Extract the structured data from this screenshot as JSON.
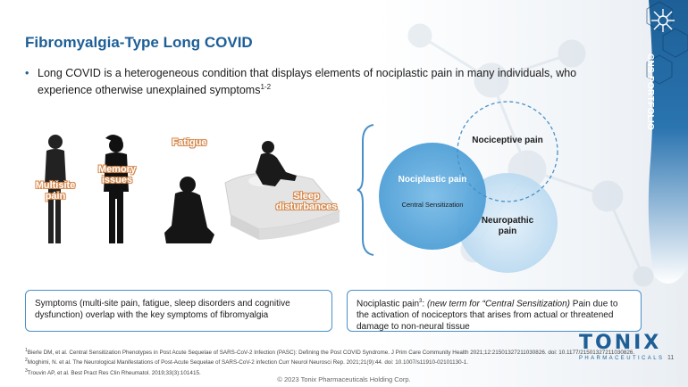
{
  "title": "Fibromyalgia-Type Long COVID",
  "bullet": {
    "text": "Long COVID is a heterogeneous condition that displays elements of nociplastic pain in many individuals, who experience otherwise unexplained symptoms",
    "sup": "1-2"
  },
  "side_label": "CNS PORTFOLIO",
  "symptoms": {
    "multisite": "Multisite pain",
    "memory": "Memory issues",
    "fatigue": "Fatigue",
    "sleep": "Sleep disturbances"
  },
  "venn": {
    "nociplastic": "Nociplastic pain",
    "central": "Central Sensitization",
    "nociceptive": "Nociceptive pain",
    "neuropathic": "Neuropathic pain"
  },
  "box_left": "Symptoms (multi-site pain, fatigue, sleep disorders and cognitive dysfunction) overlap with the key symptoms of fibromyalgia",
  "box_right": {
    "lead": "Nociplastic pain",
    "sup": "3",
    "colon": ": ",
    "em": "(new term for “Central Sensitization)",
    "rest": " Pain due to the activation of nociceptors that arises from actual or threatened damage to non-neural tissue"
  },
  "refs": [
    {
      "n": "1",
      "text": "Bierle DM, et al. Central Sensitization Phenotypes in Post Acute Sequelae of SARS-CoV-2 Infection (PASC): Defining the Post COVID Syndrome. J Prim Care Community Health 2021;12:21501327211030826. doi: 10.1177/21501327211030826."
    },
    {
      "n": "2",
      "text": "Moghimi, N. et al. The Neurological Manifestations of Post-Acute Sequelae of SARS-CoV-2 infection Curr Neurol Neurosci Rep. 2021;21(9):44. doi: 10.1007/s11910-02101130-1."
    },
    {
      "n": "3",
      "text": "Trouvin AP, et al. Best Pract Res Clin Rheumatol. 2019;33(3):101415."
    }
  ],
  "copyright": "© 2023 Tonix Pharmaceuticals Holding Corp.",
  "page_number": "11",
  "logo": {
    "word": "TONIX",
    "sub": "PHARMACEUTICALS"
  },
  "colors": {
    "accent": "#1d5f96",
    "symptom_label": "#e6a46a",
    "venn_dark": "#5aa8dc",
    "venn_light": "#c8e2f5"
  }
}
